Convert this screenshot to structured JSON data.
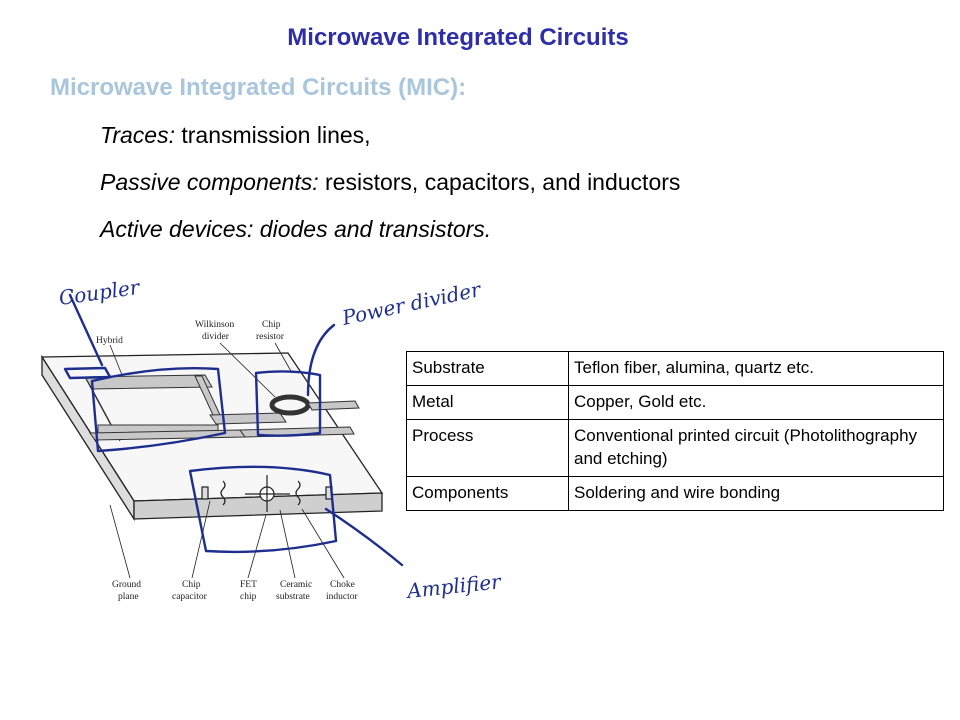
{
  "slide": {
    "title": "Microwave Integrated Circuits",
    "heading": "Microwave Integrated Circuits (MIC):"
  },
  "bullets": [
    {
      "term": "Traces:",
      "text": " transmission lines,"
    },
    {
      "term": "Passive components:",
      "text": " resistors, capacitors, and inductors"
    },
    {
      "term": "",
      "text": "Active devices: diodes and transistors."
    }
  ],
  "diagram": {
    "labels": {
      "hybrid": "Hybrid",
      "wilkinson_1": "Wilkinson",
      "wilkinson_2": "divider",
      "chip_resistor_1": "Chip",
      "chip_resistor_2": "resistor",
      "ground_1": "Ground",
      "ground_2": "plane",
      "chip_cap_1": "Chip",
      "chip_cap_2": "capacitor",
      "fet_1": "FET",
      "fet_2": "chip",
      "ceramic_1": "Ceramic",
      "ceramic_2": "substrate",
      "choke_1": "Choke",
      "choke_2": "inductor"
    },
    "handwritten": {
      "coupler": "Coupler",
      "power_divider": "Power divider",
      "amplifier": "Amplifier"
    }
  },
  "table": {
    "rows": [
      {
        "key": "Substrate",
        "value": "Teflon fiber, alumina, quartz etc."
      },
      {
        "key": "Metal",
        "value": "Copper, Gold etc."
      },
      {
        "key": "Process",
        "value": "Conventional printed circuit (Photolithography and etching)"
      },
      {
        "key": "Components",
        "value": "Soldering and wire bonding"
      }
    ]
  },
  "colors": {
    "title": "#2e2ea8",
    "heading": "#a9c6dc",
    "annotation": "#1e2e8e"
  }
}
